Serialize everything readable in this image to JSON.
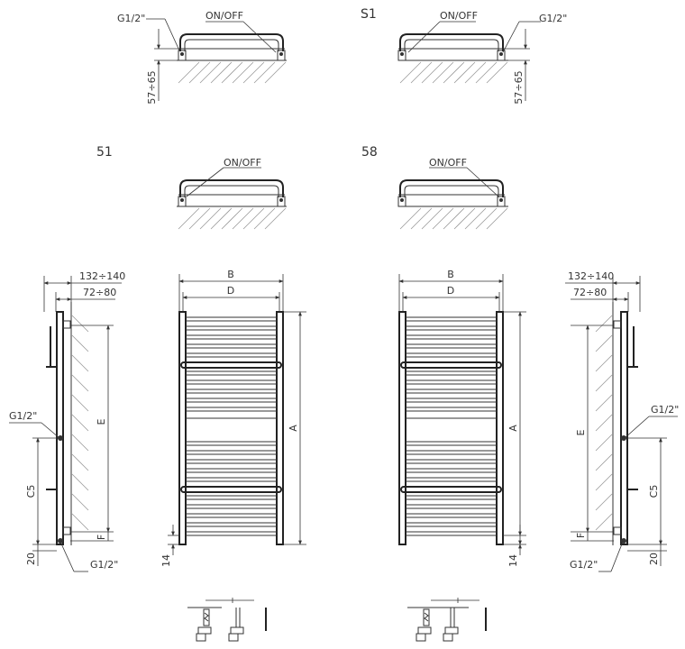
{
  "labels": {
    "variant_s1": "S1",
    "variant_51": "51",
    "variant_58": "58",
    "on_off": "ON/OFF",
    "g_half": "G1/2\"",
    "range_57_65": "57÷65",
    "range_132_140": "132÷140",
    "range_72_80": "72÷80",
    "dim_b": "B",
    "dim_d": "D",
    "dim_a": "A",
    "dim_e": "E",
    "dim_c5": "C5",
    "dim_f": "F",
    "dim_20": "20",
    "dim_14": "14"
  }
}
